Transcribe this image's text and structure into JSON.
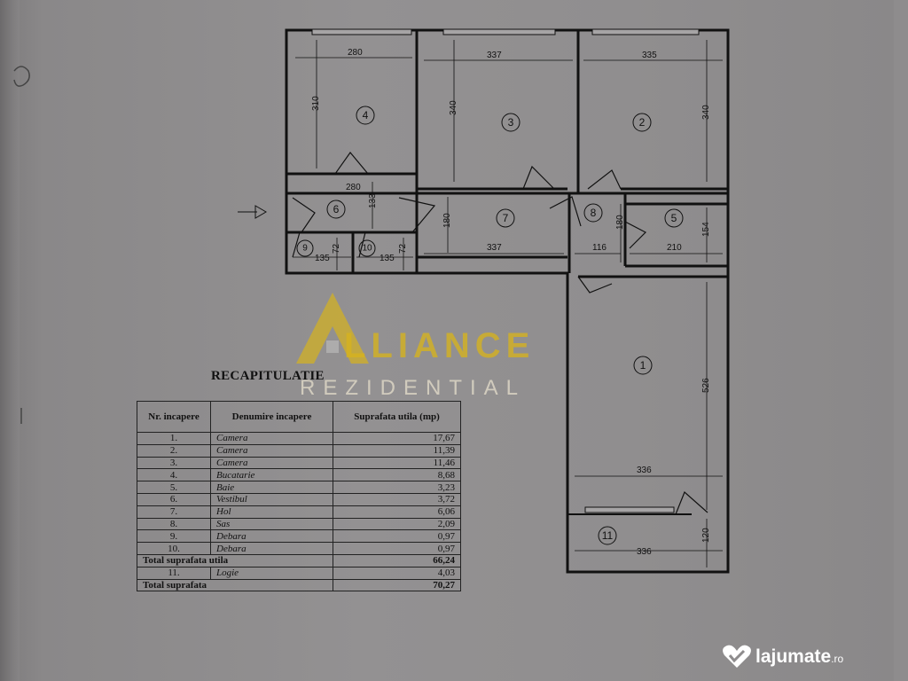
{
  "plan": {
    "dimensions": {
      "room4_width": "280",
      "room4_height": "310",
      "room3_width": "337",
      "room3_height": "340",
      "room2_width": "335",
      "room2_height": "340",
      "room6_width": "280",
      "room6_height": "133",
      "room7_height": "180",
      "room7_width": "337",
      "room8_height": "180",
      "room8_width": "116",
      "room5_height": "154",
      "room5_width": "210",
      "room9_width": "135",
      "room9_height": "72",
      "room10_width": "135",
      "room10_height": "72",
      "room1_width": "336",
      "room1_height": "526",
      "room11_width": "336",
      "room11_height": "120"
    },
    "room_numbers": [
      "1",
      "2",
      "3",
      "4",
      "5",
      "6",
      "7",
      "8",
      "9",
      "10",
      "11"
    ]
  },
  "watermark": {
    "brand": "LLIANCE",
    "sub": "REZIDENTIAL"
  },
  "recap": {
    "title": "RECAPITULATIE",
    "headers": [
      "Nr. incapere",
      "Denumire incapere",
      "Suprafata utila (mp)"
    ],
    "rows": [
      {
        "nr": "1.",
        "name": "Camera",
        "area": "17,67"
      },
      {
        "nr": "2.",
        "name": "Camera",
        "area": "11,39"
      },
      {
        "nr": "3.",
        "name": "Camera",
        "area": "11,46"
      },
      {
        "nr": "4.",
        "name": "Bucatarie",
        "area": "8,68"
      },
      {
        "nr": "5.",
        "name": "Baie",
        "area": "3,23"
      },
      {
        "nr": "6.",
        "name": "Vestibul",
        "area": "3,72"
      },
      {
        "nr": "7.",
        "name": "Hol",
        "area": "6,06"
      },
      {
        "nr": "8.",
        "name": "Sas",
        "area": "2,09"
      },
      {
        "nr": "9.",
        "name": "Debara",
        "area": "0,97"
      },
      {
        "nr": "10.",
        "name": "Debara",
        "area": "0,97"
      }
    ],
    "total_util_label": "Total suprafata utila",
    "total_util_value": "66,24",
    "logia": {
      "nr": "11.",
      "name": "Logie",
      "area": "4,03"
    },
    "total_label": "Total suprafata",
    "total_value": "70,27"
  },
  "site_logo": {
    "name": "lajumate",
    "tld": ".ro"
  }
}
